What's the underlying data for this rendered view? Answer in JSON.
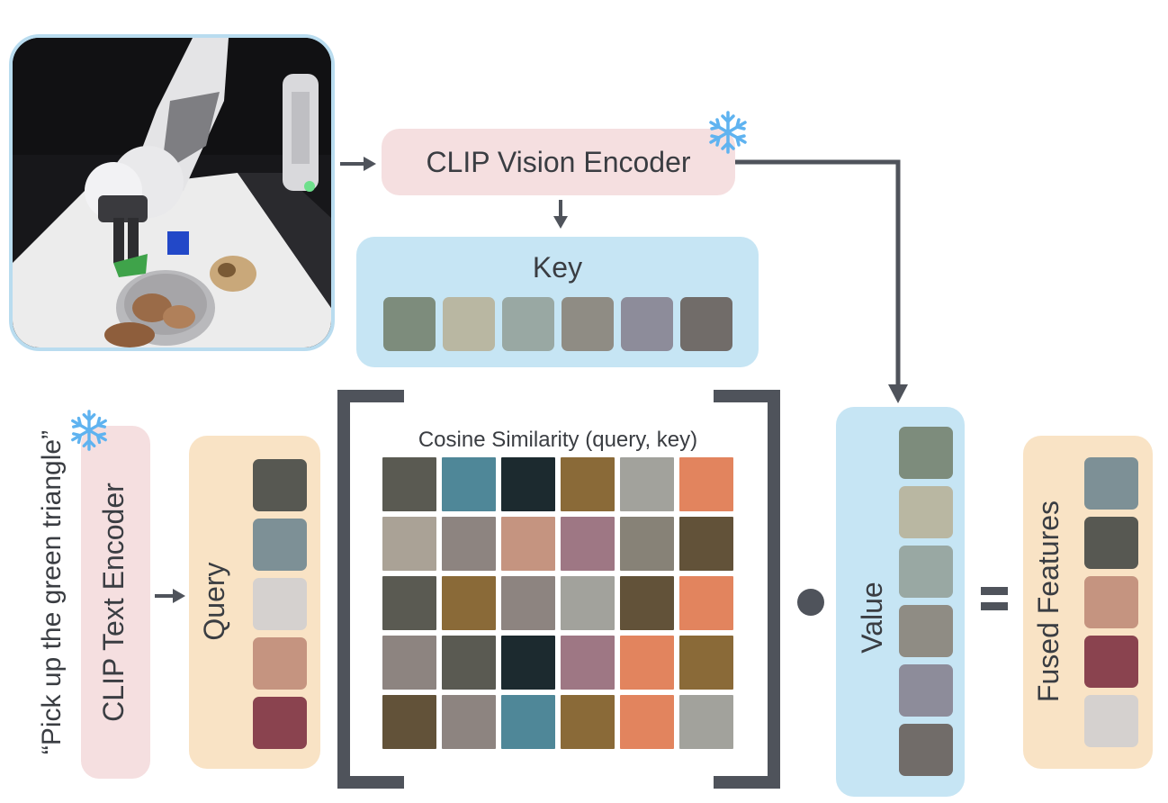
{
  "vision_encoder": {
    "label": "CLIP Vision Encoder"
  },
  "text_encoder": {
    "label": "CLIP Text Encoder"
  },
  "instruction": {
    "text": "“Pick up the green triangle”"
  },
  "key": {
    "label": "Key",
    "colors": [
      "#7d8c7c",
      "#b9b7a2",
      "#99a8a3",
      "#8f8c84",
      "#8d8c9a",
      "#716c69"
    ]
  },
  "query": {
    "label": "Query",
    "colors": [
      "#575852",
      "#7d9096",
      "#d5d1cf",
      "#c59480",
      "#8a434f"
    ]
  },
  "similarity": {
    "label": "Cosine Similarity (query, key)",
    "rows": [
      [
        "#5a5a52",
        "#4f8798",
        "#1c2a2f",
        "#8a6a38",
        "#a2a29c",
        "#e2845e"
      ],
      [
        "#aaa296",
        "#8d8480",
        "#c59480",
        "#9e7784",
        "#878277",
        "#625239"
      ],
      [
        "#5a5a52",
        "#8a6a38",
        "#8d8480",
        "#a2a29c",
        "#625239",
        "#e2845e"
      ],
      [
        "#8d8480",
        "#5a5a52",
        "#1c2a2f",
        "#9e7784",
        "#e2845e",
        "#8a6a38"
      ],
      [
        "#625239",
        "#8d8480",
        "#4f8798",
        "#8a6a38",
        "#e2845e",
        "#a2a29c"
      ]
    ]
  },
  "dot_operator": "●",
  "value": {
    "label": "Value",
    "colors": [
      "#7d8c7c",
      "#b9b7a2",
      "#99a8a3",
      "#8f8c84",
      "#8d8c9a",
      "#716c69"
    ]
  },
  "equals_operator": "=",
  "fused": {
    "label": "Fused Features",
    "colors": [
      "#7d9096",
      "#575852",
      "#c59480",
      "#8a434f",
      "#d5d1cf"
    ]
  },
  "frozen_icon": "snowflake-icon",
  "accent_colors": {
    "pink": "#f5dfe0",
    "blue": "#c6e5f4",
    "peach": "#f9e3c5",
    "arrow": "#4f535b",
    "snowflake": "#5fb3f0"
  }
}
